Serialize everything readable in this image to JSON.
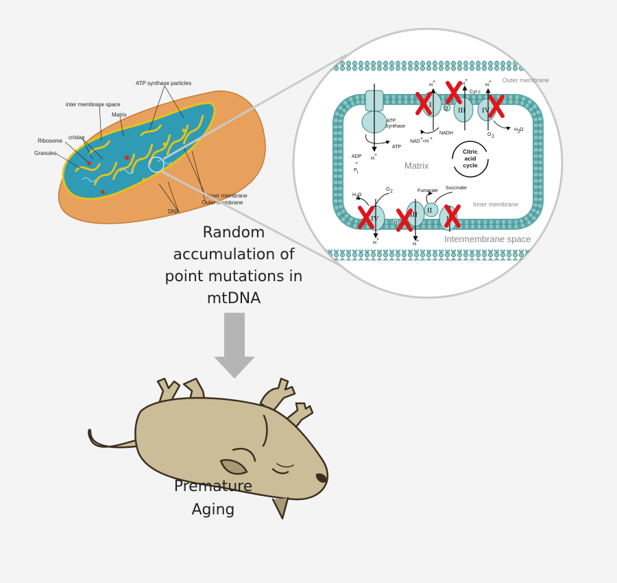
{
  "colors": {
    "background": "#f4f4f4",
    "mito_outer": "#e8a15c",
    "matrix": "#2f9bb5",
    "cristae": "#e6c21c",
    "membrane": "#5aa6a6",
    "complex": "#b8dede",
    "x_mark": "#e0151b",
    "mouse_fur": "#cbbd98",
    "arrow": "#b5b5b5"
  },
  "mito_labels": {
    "atp_synthase_particles": "ATP synthase particles",
    "inter_membrane_space": "inter membrane space",
    "matrix": "Matrix",
    "ribosome": "Ribosome",
    "cristae": "cristae",
    "granules": "Granules",
    "dna": "DNA",
    "inner_membrane": "Inner membrane",
    "outer_membrane": "Outer membrane"
  },
  "zoom": {
    "outer_membrane": "Outer membrane",
    "matrix": "Matrix",
    "inner_membrane": "Inner membrane",
    "intermembrane_space": "Intermembrane space",
    "atp_synthase": [
      "ATP",
      "Synthase"
    ],
    "adp": "ADP",
    "plus": "+",
    "pi": "P",
    "pi_sub": "i",
    "atp": "ATP",
    "h": "H",
    "h_sup": "+",
    "nadh": "NADH",
    "nad": "NAD",
    "nad_tail": "+H",
    "cyt_c": "Cyt c",
    "o2": "O",
    "o2_sub": "2",
    "h2o": "H",
    "h2o_sub": "2",
    "h2o_tail": "O",
    "citric": [
      "Citric",
      "acid",
      "cycle"
    ],
    "fumarate": "Fumarate",
    "succinate": "Succinate",
    "complex_i": "I",
    "complex_ii": "II",
    "complex_iii": "III",
    "complex_iv": "IV",
    "q": "Q"
  },
  "caption": {
    "lines": [
      "Random",
      "accumulation of",
      "point mutations in",
      "mtDNA"
    ]
  },
  "outcome": {
    "lines": [
      "Premature",
      "Aging"
    ]
  }
}
